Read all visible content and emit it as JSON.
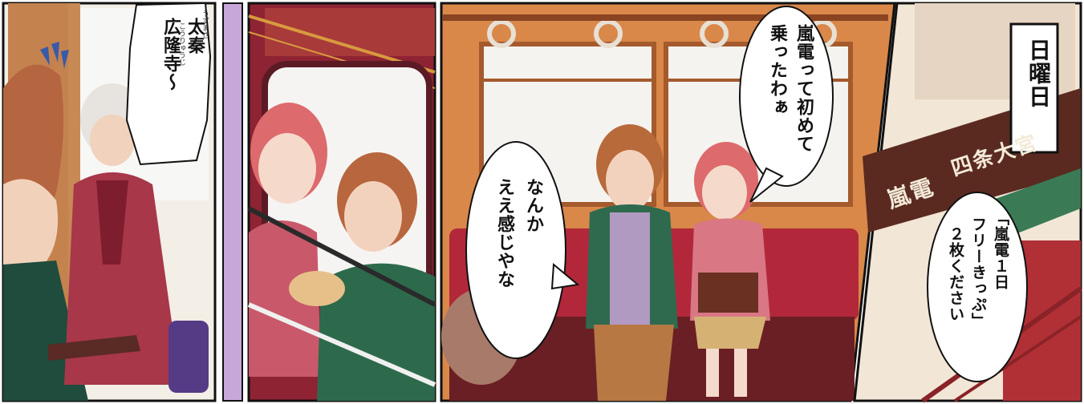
{
  "panel1": {
    "bubble_lines": [
      "太秦",
      "広隆寺～"
    ],
    "ruby": [
      "うずまさ",
      "こうりゅうじ"
    ]
  },
  "panel4": {
    "bubble_top_lines": [
      "嵐電って初めて",
      "乗ったわぁ"
    ],
    "bubble_bottom_lines": [
      "なんか",
      "ええ感じやな"
    ]
  },
  "panel5": {
    "caption": "日曜日",
    "bubble_lines": [
      "「嵐電１日",
      "フリーきっぷ」",
      "２枚ください"
    ],
    "station_sign": "四条大宮",
    "sign_logo": "嵐電"
  },
  "colors": {
    "panel_border": "#111111",
    "train_red": "#8e2333",
    "wall_brown": "#b9703f",
    "gutter_purple": "#c7a6d9"
  }
}
